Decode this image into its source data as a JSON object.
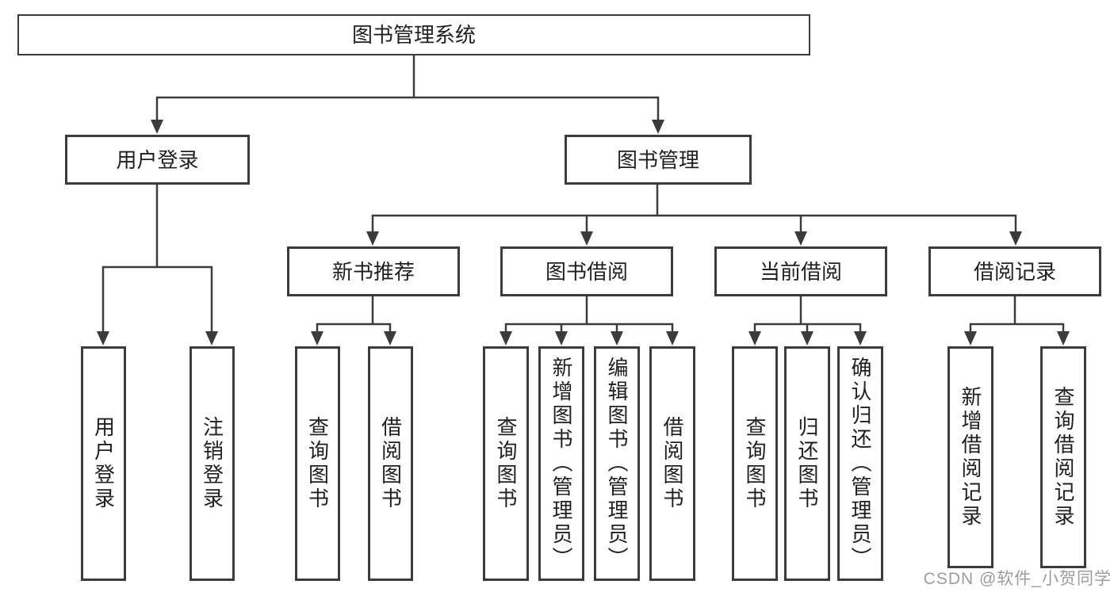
{
  "nodes": {
    "root": {
      "label": "图书管理系统"
    },
    "level2": [
      {
        "label": "用户登录"
      },
      {
        "label": "图书管理"
      }
    ],
    "level3": [
      {
        "label": "新书推荐"
      },
      {
        "label": "图书借阅"
      },
      {
        "label": "当前借阅"
      },
      {
        "label": "借阅记录"
      }
    ],
    "leaves": {
      "user_login": [
        {
          "label": "用户登录"
        },
        {
          "label": "注销登录"
        }
      ],
      "new_book_recommend": [
        {
          "label": "查询图书"
        },
        {
          "label": "借阅图书"
        }
      ],
      "book_borrow": [
        {
          "label": "查询图书"
        },
        {
          "label": "新增图书（管理员）"
        },
        {
          "label": "编辑图书（管理员）"
        },
        {
          "label": "借阅图书"
        }
      ],
      "current_borrow": [
        {
          "label": "查询图书"
        },
        {
          "label": "归还图书"
        },
        {
          "label": "确认归还（管理员）"
        }
      ],
      "borrow_records": [
        {
          "label": "新增借阅记录"
        },
        {
          "label": "查询借阅记录"
        }
      ]
    }
  },
  "watermark": {
    "text": "CSDN @软件_小贺同学"
  },
  "colors": {
    "line": "#3b3b3b",
    "text": "#1f1f1f",
    "background": "#ffffff",
    "watermark": "#9c9c9c"
  }
}
